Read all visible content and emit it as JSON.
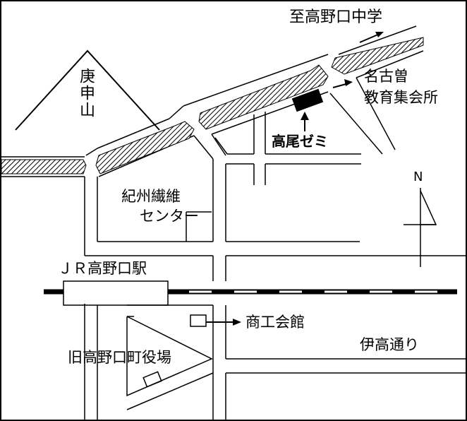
{
  "map": {
    "labels": {
      "junior_high": "至高野口中学",
      "mountain": "庚申山",
      "nagoso_hall_line1": "名古曽",
      "nagoso_hall_line2": "教育集会所",
      "takao_seminar": "高尾ゼミ",
      "kishu_center_line1": "紀州繊維",
      "kishu_center_line2": "センター",
      "jr_station": "ＪＲ高野口駅",
      "chamber_hall": "商工会館",
      "ito_street": "伊高通り",
      "old_town_hall": "旧高野口町役場",
      "north": "N"
    },
    "colors": {
      "ink": "#000000",
      "background": "#ffffff"
    }
  }
}
